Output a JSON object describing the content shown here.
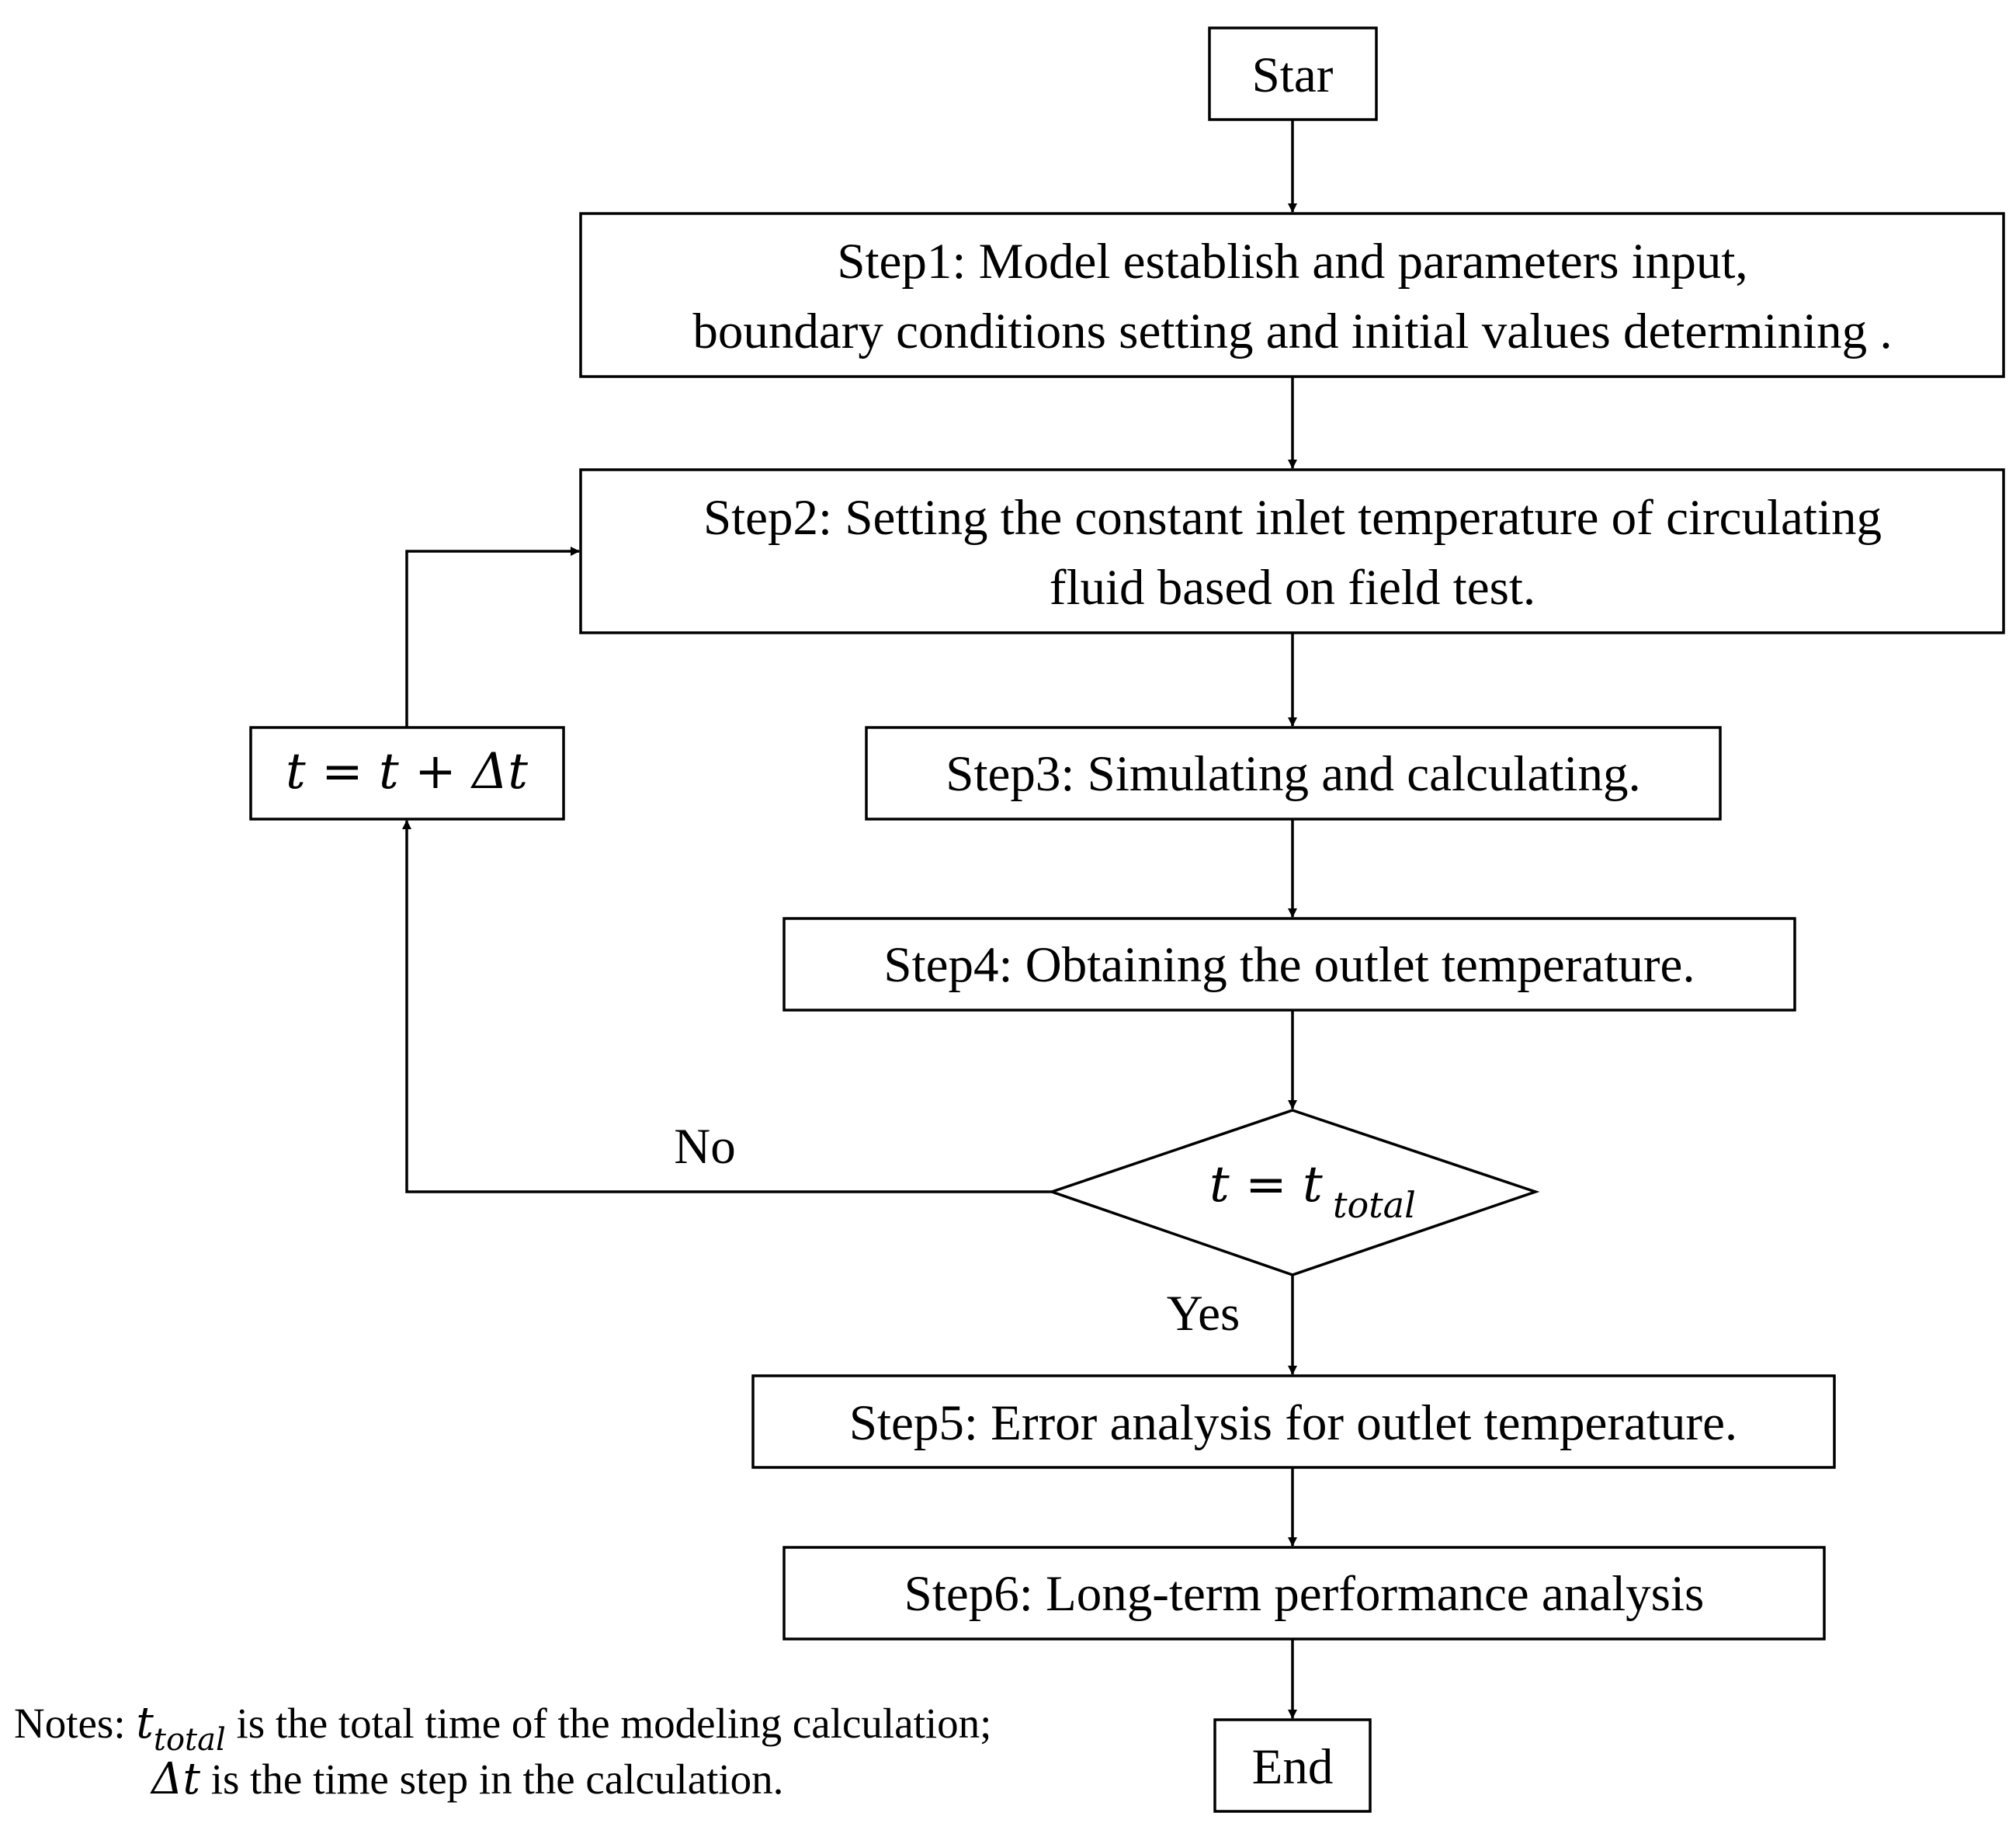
{
  "nodes": {
    "start": {
      "label": "Star"
    },
    "step1": {
      "line1": "Step1: Model establish and parameters input,",
      "line2": "boundary conditions setting and initial values  determining ."
    },
    "step2": {
      "line1": "Step2: Setting the constant inlet temperature of circulating",
      "line2": "fluid based on field test."
    },
    "step3": {
      "label": "Step3: Simulating and calculating."
    },
    "step4": {
      "label": "Step4: Obtaining the outlet temperature."
    },
    "decision": {
      "lhs": "t = t",
      "sub": "total"
    },
    "increment": {
      "label": "t = t + Δt"
    },
    "step5": {
      "label": "Step5: Error analysis for outlet  temperature."
    },
    "step6": {
      "label": "Step6: Long-term performance analysis"
    },
    "end": {
      "label": "End"
    }
  },
  "edge_labels": {
    "no": "No",
    "yes": "Yes"
  },
  "notes": {
    "prefix": "Notes: ",
    "line1_sym": "t",
    "line1_sub": "total",
    "line1_text": " is the total time of the modeling calculation;",
    "line2_sym": "Δt",
    "line2_text": " is the time step in the calculation."
  }
}
